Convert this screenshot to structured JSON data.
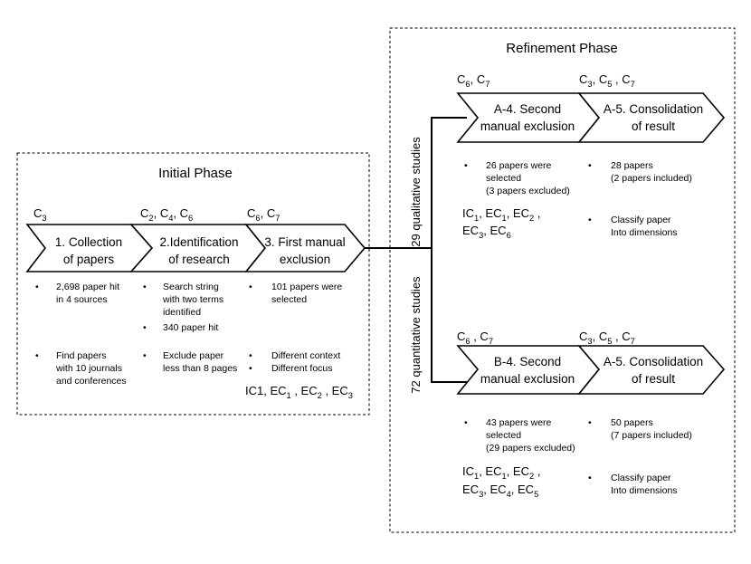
{
  "initial": {
    "title": "Initial Phase",
    "criteria": [
      [
        {
          "t": "C"
        },
        {
          "s": "3"
        }
      ],
      [
        {
          "t": "C"
        },
        {
          "s": "2"
        },
        {
          "t": ", C"
        },
        {
          "s": "4"
        },
        {
          "t": ", C"
        },
        {
          "s": "6"
        }
      ],
      [
        {
          "t": "C"
        },
        {
          "s": "6"
        },
        {
          "t": ", C"
        },
        {
          "s": "7"
        }
      ]
    ],
    "steps": [
      {
        "line1": "1. Collection",
        "line2": "of papers"
      },
      {
        "line1": "2.Identification",
        "line2": "of research"
      },
      {
        "line1": "3. First manual",
        "line2": "exclusion"
      }
    ],
    "notes": [
      [
        "2,698 paper hit",
        "in 4 sources"
      ],
      [
        "Find papers",
        "with 10 journals",
        "and conferences"
      ],
      [
        "Search string",
        "with two terms",
        "identified"
      ],
      [
        "340 paper hit"
      ],
      [
        "Exclude paper",
        "less than 8 pages"
      ],
      [
        "101 papers were",
        "selected"
      ],
      [
        "Different context"
      ],
      [
        "Different focus"
      ]
    ],
    "exclusion_criteria": [
      {
        "t": "IC1, EC"
      },
      {
        "s": "1"
      },
      {
        "t": " , EC"
      },
      {
        "s": "2"
      },
      {
        "t": " , EC"
      },
      {
        "s": "3"
      }
    ]
  },
  "refinement": {
    "title": "Refinement Phase",
    "branch_labels": [
      "29 qualitative studies",
      "72 quantitative studies"
    ],
    "criteria": [
      [
        {
          "t": "C"
        },
        {
          "s": "6"
        },
        {
          "t": ", C"
        },
        {
          "s": "7"
        }
      ],
      [
        {
          "t": "C"
        },
        {
          "s": "3"
        },
        {
          "t": ", C"
        },
        {
          "s": "5"
        },
        {
          "t": " , C"
        },
        {
          "s": "7"
        }
      ],
      [
        {
          "t": "C"
        },
        {
          "s": "6"
        },
        {
          "t": " , C"
        },
        {
          "s": "7"
        }
      ],
      [
        {
          "t": "C"
        },
        {
          "s": "3"
        },
        {
          "t": ", C"
        },
        {
          "s": "5"
        },
        {
          "t": " , C"
        },
        {
          "s": "7"
        }
      ]
    ],
    "steps": [
      {
        "line1": "A-4. Second",
        "line2": "manual exclusion"
      },
      {
        "line1": "A-5. Consolidation",
        "line2": "of result"
      },
      {
        "line1": "B-4. Second",
        "line2": "manual exclusion"
      },
      {
        "line1": "A-5. Consolidation",
        "line2": "of result"
      }
    ],
    "notes": [
      [
        "26 papers were",
        "selected",
        "(3 papers excluded)"
      ],
      [
        "28 papers",
        "(2 papers included)"
      ],
      [
        "Classify paper",
        "Into dimensions"
      ],
      [
        "43 papers were",
        "selected",
        "(29 papers excluded)"
      ],
      [
        "50 papers",
        "(7 papers included)"
      ],
      [
        "Classify paper",
        "Into dimensions"
      ]
    ],
    "exclusion_a": [
      [
        {
          "t": "IC"
        },
        {
          "s": "1"
        },
        {
          "t": ", EC"
        },
        {
          "s": "1"
        },
        {
          "t": ", EC"
        },
        {
          "s": "2"
        },
        {
          "t": " ,"
        }
      ],
      [
        {
          "t": "EC"
        },
        {
          "s": "3"
        },
        {
          "t": ", EC"
        },
        {
          "s": "6"
        }
      ]
    ],
    "exclusion_b": [
      [
        {
          "t": "IC"
        },
        {
          "s": "1"
        },
        {
          "t": ", EC"
        },
        {
          "s": "1"
        },
        {
          "t": ", EC"
        },
        {
          "s": "2"
        },
        {
          "t": " ,"
        }
      ],
      [
        {
          "t": "EC"
        },
        {
          "s": "3"
        },
        {
          "t": ", EC"
        },
        {
          "s": "4"
        },
        {
          "t": ", EC"
        },
        {
          "s": "5"
        }
      ]
    ]
  }
}
